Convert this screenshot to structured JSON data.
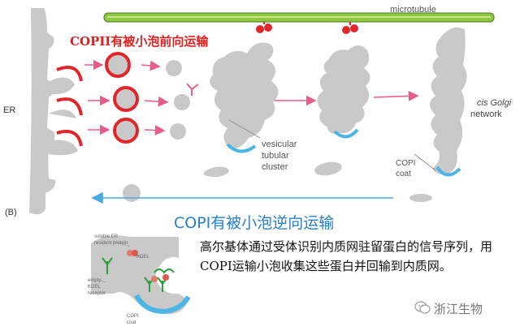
{
  "labels": {
    "microtubule": "microtubule",
    "copii_title": "COPII有被小泡前向运输",
    "er": "ER",
    "cis_golgi_line1": "cis Golgi",
    "cis_golgi_line2": "network",
    "vesicular_tubular_cluster": "vesicular\ntubular\ncluster",
    "copi_coat": "COPI\ncoat",
    "panel_letter": "(B)",
    "copi_title": "COPI有被小泡逆向运输",
    "soluble_er_protein": "soluble ER\nresident protein",
    "kdel": "KDEL",
    "empty_kdel_receptor": "empty\nKDEL\nreceptor",
    "copi_coat_inset": "COPI\ncoat"
  },
  "description": "高尔基体通过受体识别内质网驻留蛋白的信号序列，用COPI运输小泡收集这些蛋白并回输到内质网。",
  "watermark": "浙江生物",
  "colors": {
    "membrane": "#c9c9c9",
    "copii_coat": "#e0262a",
    "copi_coat": "#4cb5e6",
    "microtubule": "#8dc63f",
    "arrow_forward": "#e85b8d",
    "arrow_retro": "#4aa8e0",
    "copi_title": "#2a80c8",
    "copii_title": "#e21e1e"
  }
}
